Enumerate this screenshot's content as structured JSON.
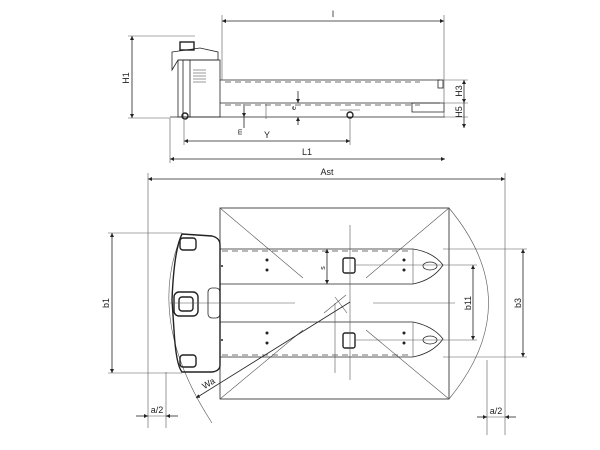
{
  "side_view": {
    "labels": {
      "l": "l",
      "H1": "H1",
      "H3": "H3",
      "H5": "H5",
      "e": "e",
      "m": "m",
      "Y": "Y",
      "L1": "L1"
    }
  },
  "top_view": {
    "labels": {
      "Ast": "Ast",
      "b1": "b1",
      "s": "s",
      "b11": "b11",
      "b3": "b3",
      "Wa": "Wa",
      "a2_left": "a/2",
      "a2_right": "a/2"
    }
  }
}
